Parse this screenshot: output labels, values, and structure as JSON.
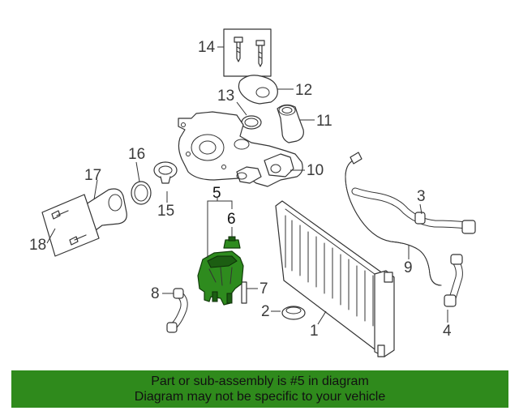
{
  "callouts": {
    "c1": "1",
    "c2": "2",
    "c3": "3",
    "c4": "4",
    "c5": "5",
    "c6": "6",
    "c7": "7",
    "c8": "8",
    "c9": "9",
    "c10": "10",
    "c11": "11",
    "c12": "12",
    "c13": "13",
    "c14": "14",
    "c15": "15",
    "c16": "16",
    "c17": "17",
    "c18": "18"
  },
  "highlighted_part": "5",
  "colors": {
    "highlight": "#2e8b1e",
    "banner": "#2f8a1c"
  },
  "banner": {
    "line1": "Part or sub-assembly is #5 in diagram",
    "line2": "Diagram may not be specific to your vehicle"
  }
}
